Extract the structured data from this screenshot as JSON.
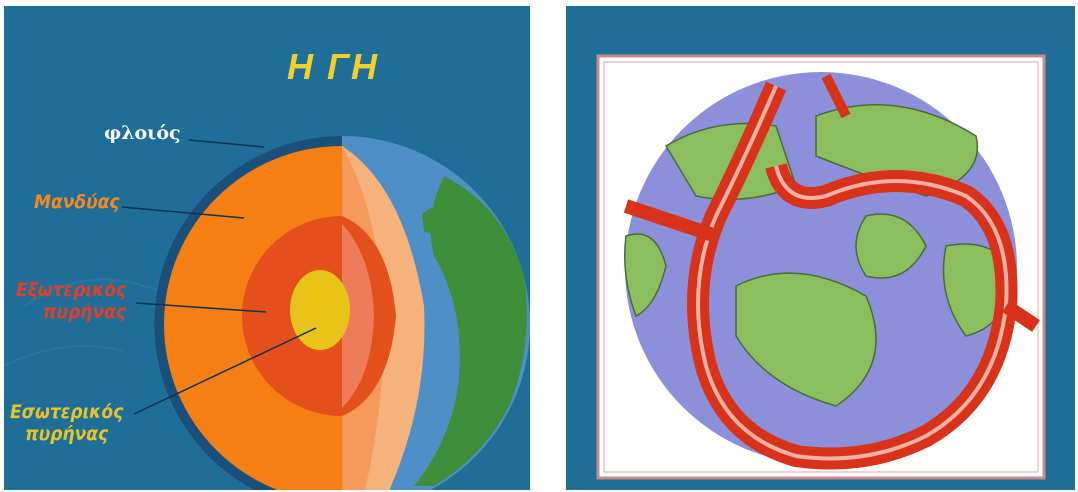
{
  "left_panel": {
    "title": "Η ΓΗ",
    "labels": {
      "crust": "φλοιός",
      "mantle": "Μανδύας",
      "outer_core_line1": "Εξωτερικός",
      "outer_core_line2": "πυρήνας",
      "inner_core_line1": "Εσωτερικός",
      "inner_core_line2": "πυρήνας"
    }
  },
  "colors": {
    "background": "#1f6e97",
    "title": "#f5cf2a",
    "crust_label": "#ffffff",
    "mantle_label": "#f7891f",
    "outer_core_label": "#e0402a",
    "inner_core_label": "#e9c32b",
    "mantle": "#f57f12",
    "outer_core": "#e4501c",
    "inner_core": "#e8c41a",
    "ocean": "#4f8fc7",
    "land": "#3f8f3a",
    "plates_land": "#8bbf5e",
    "plates_ocean": "#8c8fd9",
    "plate_boundary": "#d8321a"
  }
}
